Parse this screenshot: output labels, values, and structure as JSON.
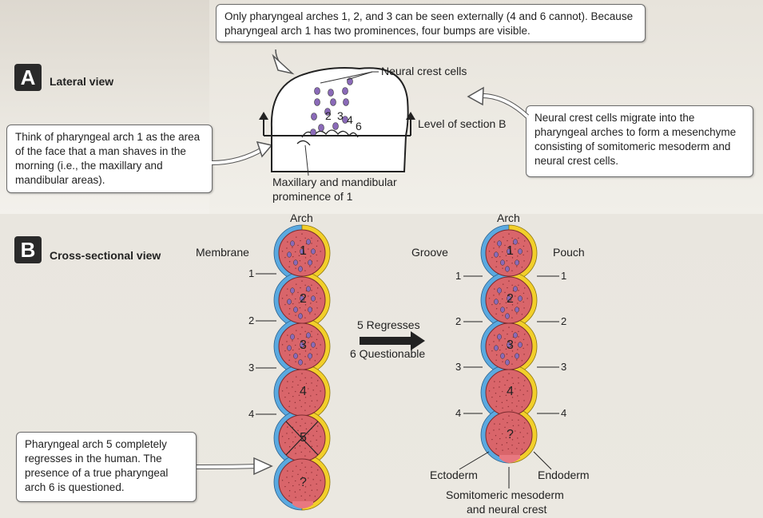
{
  "panel_a": {
    "badge": "A",
    "title": "Lateral view",
    "callout_top": "Only pharyngeal arches 1, 2, and 3 can be seen externally (4 and 6 cannot). Because pharyngeal arch 1 has two prominences, four bumps are visible.",
    "callout_left": "Think of pharyngeal arch 1 as the area of the face that a man shaves in the morning (i.e., the maxillary and mandibular areas).",
    "callout_right": "Neural crest cells migrate into the pharyngeal arches to form a mesenchyme consisting of somitomeric mesoderm and neural crest cells.",
    "neural_crest_label": "Neural crest cells",
    "level_label": "Level of section B",
    "prominence_label_1": "Maxillary and mandibular",
    "prominence_label_2": "prominence of 1",
    "arch_numbers": [
      "2",
      "3",
      "4",
      "6"
    ]
  },
  "panel_b": {
    "badge": "B",
    "title": "Cross-sectional view",
    "left_arch_label": "Arch",
    "membrane_label": "Membrane",
    "right_arch_label": "Arch",
    "groove_label": "Groove",
    "pouch_label": "Pouch",
    "regress_label_1": "5 Regresses",
    "regress_label_2": "6 Questionable",
    "ectoderm_label": "Ectoderm",
    "endoderm_label": "Endoderm",
    "mesoderm_label_1": "Somitomeric mesoderm",
    "mesoderm_label_2": "and neural crest",
    "callout_bottom": "Pharyngeal arch 5 completely regresses in the human. The presence of a true pharyngeal arch 6 is questioned.",
    "left_arches": [
      "1",
      "2",
      "3",
      "4",
      "5",
      "?"
    ],
    "right_arches": [
      "1",
      "2",
      "3",
      "4",
      "?"
    ],
    "left_markers": [
      "1",
      "2",
      "3",
      "4"
    ],
    "right_markers_left": [
      "1",
      "2",
      "3",
      "4"
    ],
    "right_markers_right": [
      "1",
      "2",
      "3",
      "4"
    ]
  },
  "colors": {
    "arch_fill": "#d9656a",
    "ectoderm": "#5aa9e0",
    "endoderm": "#f2cf2a",
    "neural_crest_cell": "#8a6ab8",
    "cap": "#e87880"
  }
}
